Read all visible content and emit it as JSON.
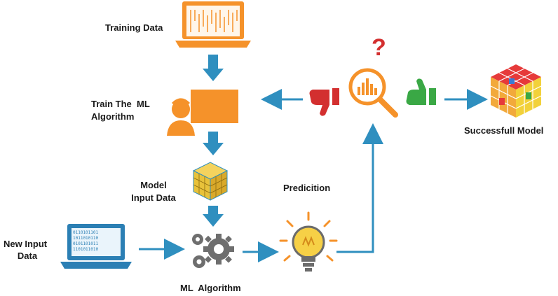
{
  "labels": {
    "training_data": "Training Data",
    "train_line1": "Train The  ML",
    "train_line2": "Algorithm",
    "model_input_line1": "Model",
    "model_input_line2": "Input Data",
    "new_input_line1": "New Input",
    "new_input_line2": "Data",
    "ml_algorithm": "ML  Algorithm",
    "prediction": "Predicition",
    "successful_model": "Successfull Model",
    "question_mark": "?"
  },
  "colors": {
    "orange": "#f5922a",
    "blue_arrow": "#2f8fbf",
    "laptop_blue": "#2b7fb4",
    "red_thumb": "#d32f2f",
    "green_thumb": "#3aa845",
    "gear_gray": "#6e6e6e",
    "yellow_cube": "#e8c23a"
  },
  "icons": [
    "laptop-icon",
    "presenter-icon",
    "data-cube-icon",
    "gear-icon",
    "lightbulb-icon",
    "magnifier-chart-icon",
    "thumbs-down-icon",
    "thumbs-up-icon",
    "rubik-cube-icon"
  ]
}
